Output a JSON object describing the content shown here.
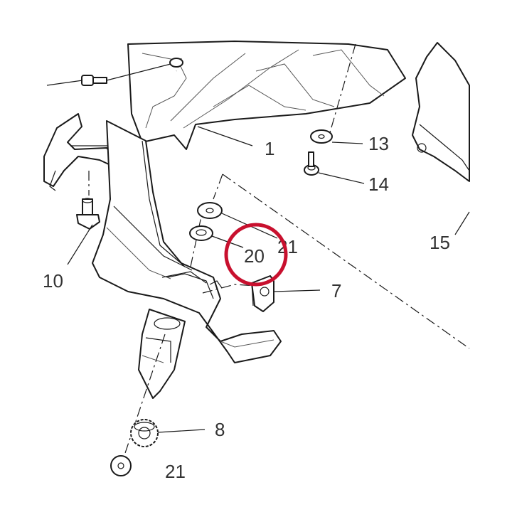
{
  "callouts": {
    "c1": "1",
    "c7": "7",
    "c8": "8",
    "c10": "10",
    "c13": "13",
    "c14": "14",
    "c15": "15",
    "c20": "20",
    "c21": "21",
    "c21_bottom": "21"
  },
  "colors": {
    "line": "#1a1a1a",
    "label_text": "#333333",
    "highlight_ring": "#c8102e",
    "background": "#ffffff"
  }
}
